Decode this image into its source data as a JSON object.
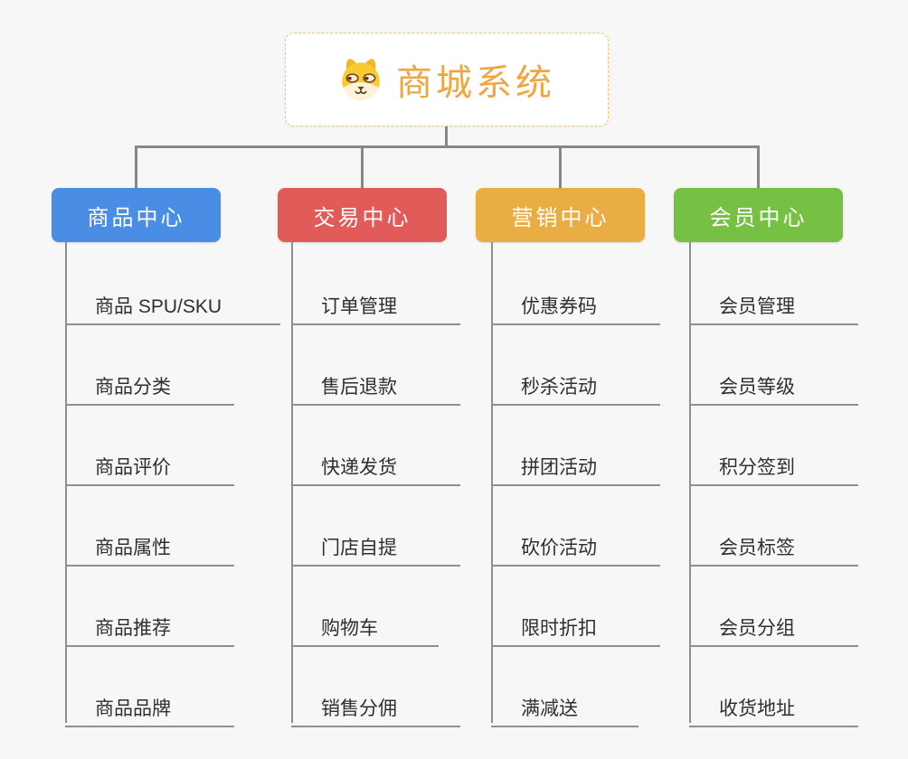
{
  "root": {
    "title": "商城系统",
    "icon": "shiba-dog-icon"
  },
  "branches": [
    {
      "label": "商品中心",
      "color": "#4a8de4",
      "items": [
        "商品 SPU/SKU",
        "商品分类",
        "商品评价",
        "商品属性",
        "商品推荐",
        "商品品牌"
      ]
    },
    {
      "label": "交易中心",
      "color": "#e15b58",
      "items": [
        "订单管理",
        "售后退款",
        "快递发货",
        "门店自提",
        "购物车",
        "销售分佣"
      ]
    },
    {
      "label": "营销中心",
      "color": "#eaad43",
      "items": [
        "优惠券码",
        "秒杀活动",
        "拼团活动",
        "砍价活动",
        "限时折扣",
        "满减送"
      ]
    },
    {
      "label": "会员中心",
      "color": "#76c143",
      "items": [
        "会员管理",
        "会员等级",
        "积分签到",
        "会员标签",
        "会员分组",
        "收货地址"
      ]
    }
  ],
  "colors": {
    "background": "#f7f7f7",
    "connector": "#878787",
    "root_title": "#f0a640",
    "root_border": "#f3c276",
    "item_text": "#2f2f2f",
    "branch_text": "#ffffff"
  }
}
